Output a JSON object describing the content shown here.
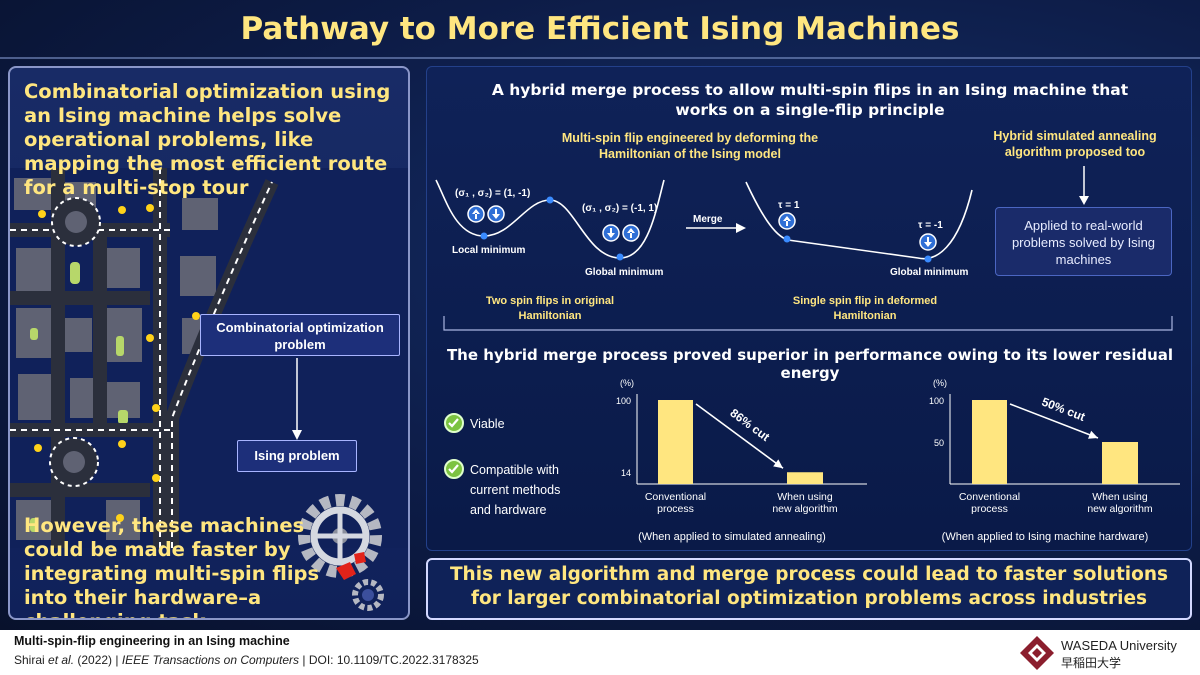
{
  "title": "Pathway to More Efficient Ising Machines",
  "left": {
    "top_text": "Combinatorial optimization using an Ising machine helps solve operational problems, like mapping the most efficient route for a multi-stop tour",
    "box_combinatorial": "Combinatorial optimization problem",
    "box_ising": "Ising problem",
    "bottom_text": "However, these machines could be made faster by integrating multi-spin flips into their hardware–a challenging task"
  },
  "right": {
    "hybrid_title": "A hybrid merge process to allow multi-spin flips in an Ising machine that works on a single-flip principle",
    "multi_spin_label": "Multi-spin flip engineered by deforming the Hamiltonian of the Ising model",
    "hsa_label": "Hybrid simulated annealing algorithm proposed too",
    "applied_box": "Applied to real-world problems solved by Ising machines",
    "state_local": "(σ₁ , σ₂) = (1, -1)",
    "state_global": "(σ₁ , σ₂) = (-1, 1)",
    "local_minimum": "Local minimum",
    "global_minimum": "Global minimum",
    "merge": "Merge",
    "tau_pos": "τ = 1",
    "tau_neg": "τ = -1",
    "global_minimum_2": "Global minimum",
    "two_spin": "Two spin flips in original Hamiltonian",
    "single_spin": "Single spin flip in deformed Hamiltonian",
    "superior_title": "The hybrid merge process proved superior in performance owing to its lower residual energy",
    "check_viable": "Viable",
    "check_compatible": "Compatible with current methods and hardware"
  },
  "chart_data": [
    {
      "type": "bar",
      "categories": [
        "Conventional process",
        "When using new algorithm"
      ],
      "values": [
        100,
        14
      ],
      "ylabel": "(%)",
      "yticks": [
        100,
        14
      ],
      "annotation": "86% cut",
      "caption": "(When applied to simulated annealing)"
    },
    {
      "type": "bar",
      "categories": [
        "Conventional process",
        "When using new algorithm"
      ],
      "values": [
        100,
        50
      ],
      "ylabel": "(%)",
      "yticks": [
        100,
        50
      ],
      "annotation": "50% cut",
      "caption": "(When applied to Ising machine hardware)"
    }
  ],
  "conclusion": "This new algorithm and merge process could lead to faster solutions for larger combinatorial optimization problems across industries",
  "footer": {
    "title": "Multi-spin-flip engineering in an Ising machine",
    "authors": "Shirai ",
    "etal": "et al.",
    "year": " (2022) | ",
    "journal": "IEEE Transactions on Computers",
    "doi": " | DOI: 10.1109/TC.2022.3178325",
    "university_en": "WASEDA University",
    "university_jp": "早稲田大学"
  },
  "colors": {
    "accent_yellow": "#ffe680",
    "bar": "#ffe680",
    "panel": "#10215a"
  }
}
